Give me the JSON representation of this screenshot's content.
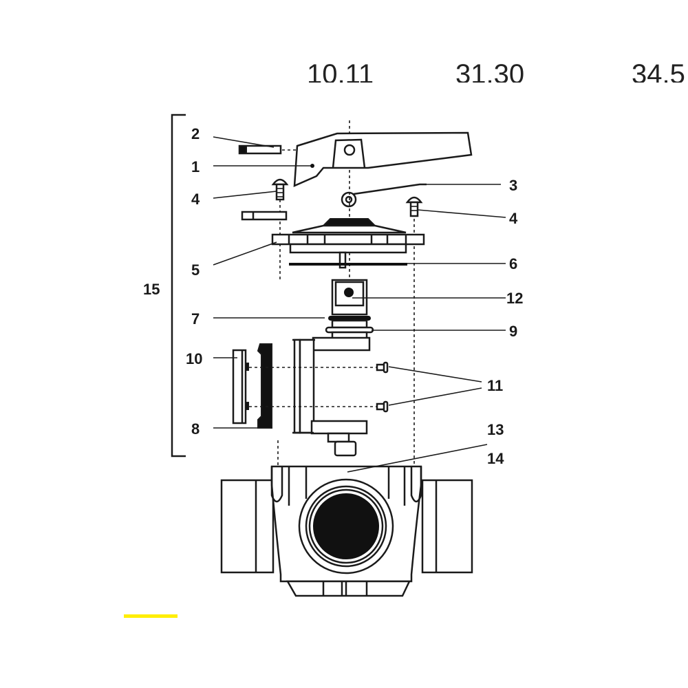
{
  "header": {
    "cropped_values": [
      "10,11",
      "31.30",
      "34.5"
    ]
  },
  "diagram": {
    "type": "exploded-parts-view",
    "subject": "three-way valve assembly",
    "assembly_bracket_label": "15",
    "part_labels": [
      {
        "id": "1",
        "part": "handle"
      },
      {
        "id": "2",
        "part": "handle pin"
      },
      {
        "id": "3",
        "part": "spring wire"
      },
      {
        "id": "4",
        "part": "screw"
      },
      {
        "id": "4b",
        "label": "4",
        "part": "screw"
      },
      {
        "id": "5",
        "part": "cover plate"
      },
      {
        "id": "6",
        "part": "gasket"
      },
      {
        "id": "7",
        "part": "o-ring"
      },
      {
        "id": "8",
        "part": "seal"
      },
      {
        "id": "9",
        "part": "washer"
      },
      {
        "id": "10",
        "part": "diverter plate"
      },
      {
        "id": "11",
        "part": "screws"
      },
      {
        "id": "12",
        "part": "stem"
      },
      {
        "id": "13",
        "part": "valve body"
      },
      {
        "id": "14",
        "part": "valve body"
      }
    ]
  },
  "labels": {
    "l1": "1",
    "l2": "2",
    "l3": "3",
    "l4a": "4",
    "l4b": "4",
    "l5": "5",
    "l6": "6",
    "l7": "7",
    "l8": "8",
    "l9": "9",
    "l10": "10",
    "l11": "11",
    "l12": "12",
    "l13": "13",
    "l14": "14",
    "l15": "15"
  },
  "colors": {
    "ink": "#1a1a1a",
    "highlight": "#ffee00",
    "background": "#ffffff"
  }
}
